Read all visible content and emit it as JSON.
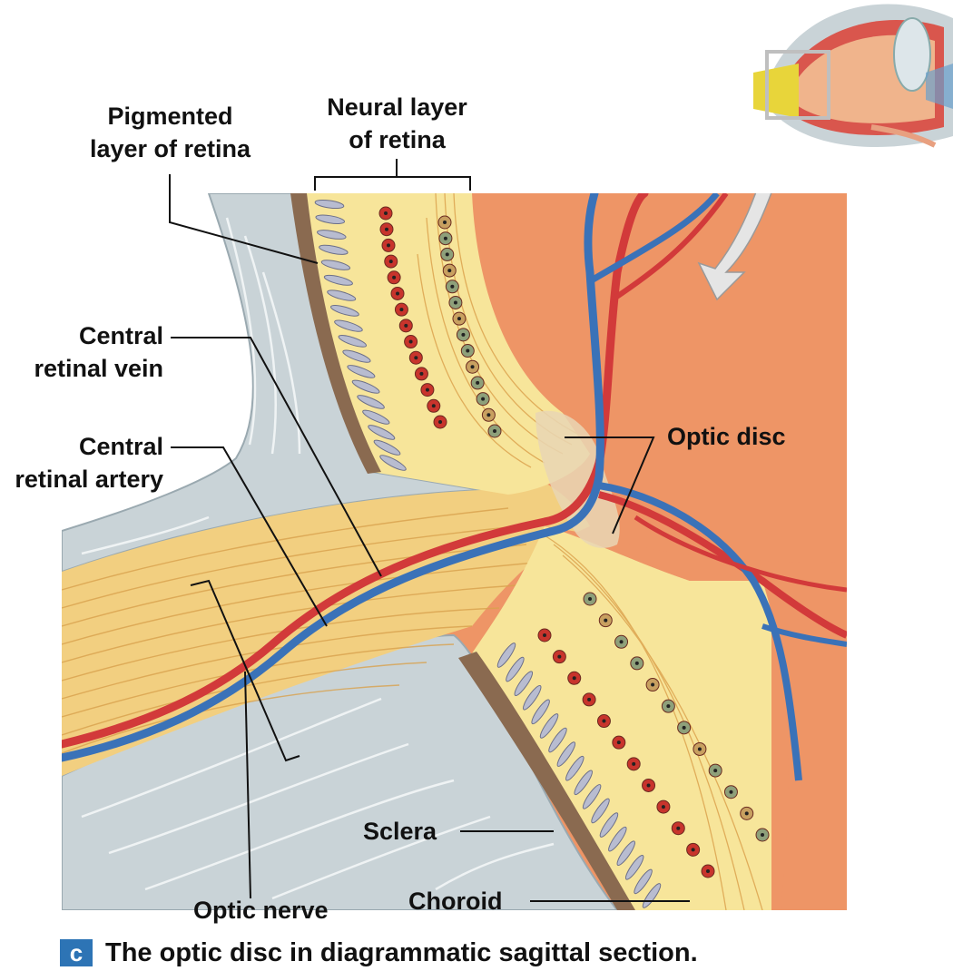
{
  "labels": {
    "pigmented_layer": [
      "Pigmented",
      "layer of retina"
    ],
    "neural_layer": [
      "Neural layer",
      "of retina"
    ],
    "central_retinal_vein": [
      "Central",
      "retinal vein"
    ],
    "central_retinal_artery": [
      "Central",
      "retinal artery"
    ],
    "optic_disc": "Optic disc",
    "sclera": "Sclera",
    "choroid": "Choroid",
    "optic_nerve": "Optic nerve"
  },
  "caption": {
    "badge": "c",
    "text": "The optic disc in diagrammatic sagittal section."
  },
  "colors": {
    "background_interior": "#ee9566",
    "sclera": "#c9d3d7",
    "optic_nerve": "#f2cf80",
    "neural_layer": "#f7e59a",
    "pigment": "#8a6a50",
    "vein": "#3a72b8",
    "artery": "#d23a3a",
    "caption_badge": "#2d74b5"
  }
}
